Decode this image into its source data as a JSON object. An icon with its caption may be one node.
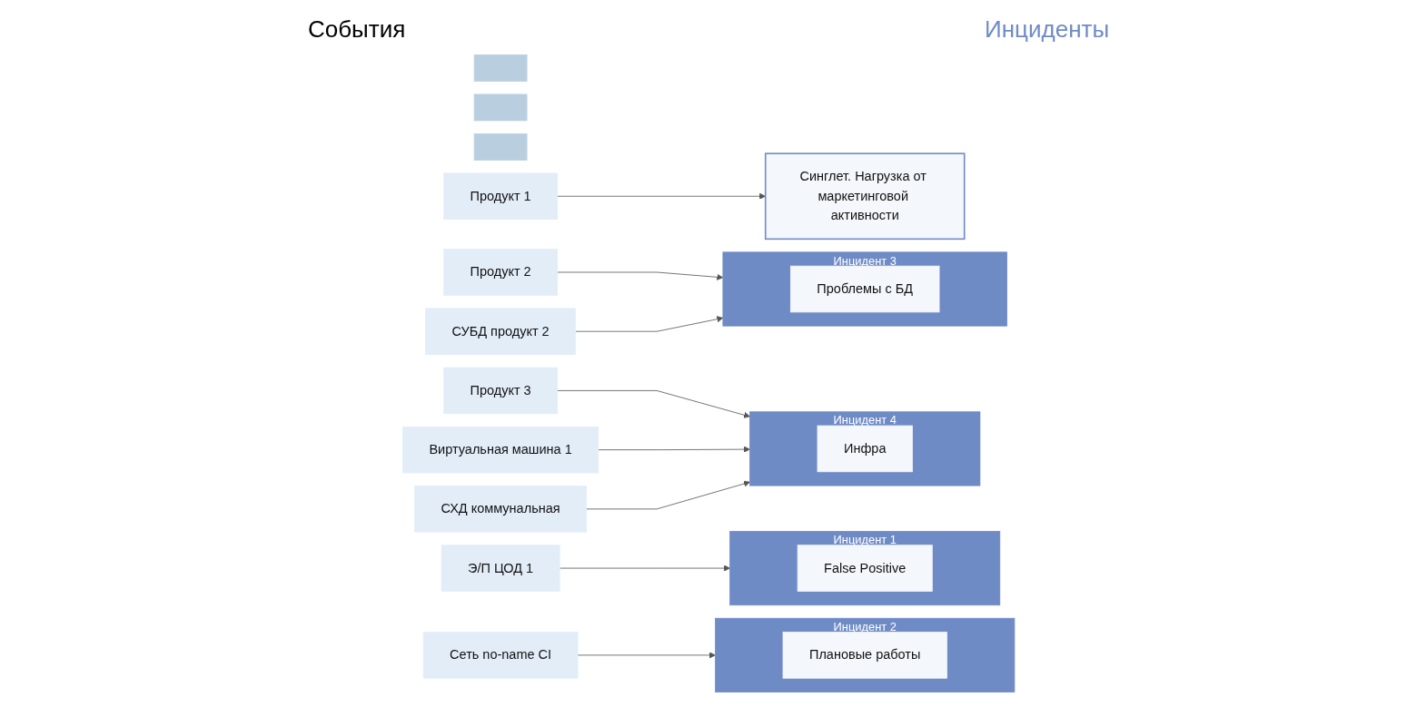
{
  "diagram": {
    "nodes": [
      {
        "text": [],
        "shape": "box"
      },
      {
        "text": [],
        "shape": "box"
      },
      {
        "text": [],
        "shape": "box"
      },
      {
        "text": [
          "Продукт 1"
        ]
      },
      {
        "text": [
          "Продукт 2"
        ]
      },
      {
        "text": [
          "Продукт 3"
        ]
      },
      {
        "text": [
          "Э/П ЦОД 1"
        ]
      },
      {
        "text": [
          "Сеть no-name CI"
        ]
      },
      {
        "text": [
          "СУБД продукт 2"
        ]
      },
      {
        "text": [
          "Виртуальная машина 1"
        ]
      },
      {
        "text": [
          "СХД коммунальная"
        ]
      },
      {
        "text": [
          "Инцидент 1"
        ]
      },
      {
        "text": [
          "False Positive"
        ],
        "in": 11
      },
      {
        "text": [
          "Инцидент 2"
        ]
      },
      {
        "text": [
          "Плановые работы"
        ],
        "in": 13
      },
      {
        "text": [
          "Инцидент 3"
        ]
      },
      {
        "text": [
          "Проблемы с БД"
        ],
        "in": 15
      },
      {
        "text": [
          "Инцидент 4"
        ]
      },
      {
        "text": [
          "Инфра"
        ],
        "in": 17
      },
      {
        "text": [
          "Синглет. Нагрузка от маркетинговой активности"
        ]
      }
    ],
    "edges": [
      {
        "from": 3,
        "to": 19,
        "arrow": "to"
      },
      {
        "from": 4,
        "to": 15,
        "arrow": "to"
      },
      {
        "from": 5,
        "to": 17,
        "arrow": "to"
      },
      {
        "from": 6,
        "to": 11,
        "arrow": "to"
      },
      {
        "from": 7,
        "to": 13,
        "arrow": "to"
      },
      {
        "from": 8,
        "to": 15,
        "arrow": "to"
      },
      {
        "from": 9,
        "to": 17,
        "arrow": "to"
      },
      {
        "from": 10,
        "to": 17,
        "arrow": "to"
      }
    ],
    "labels": [
      "События",
      "Инциденты"
    ]
  }
}
